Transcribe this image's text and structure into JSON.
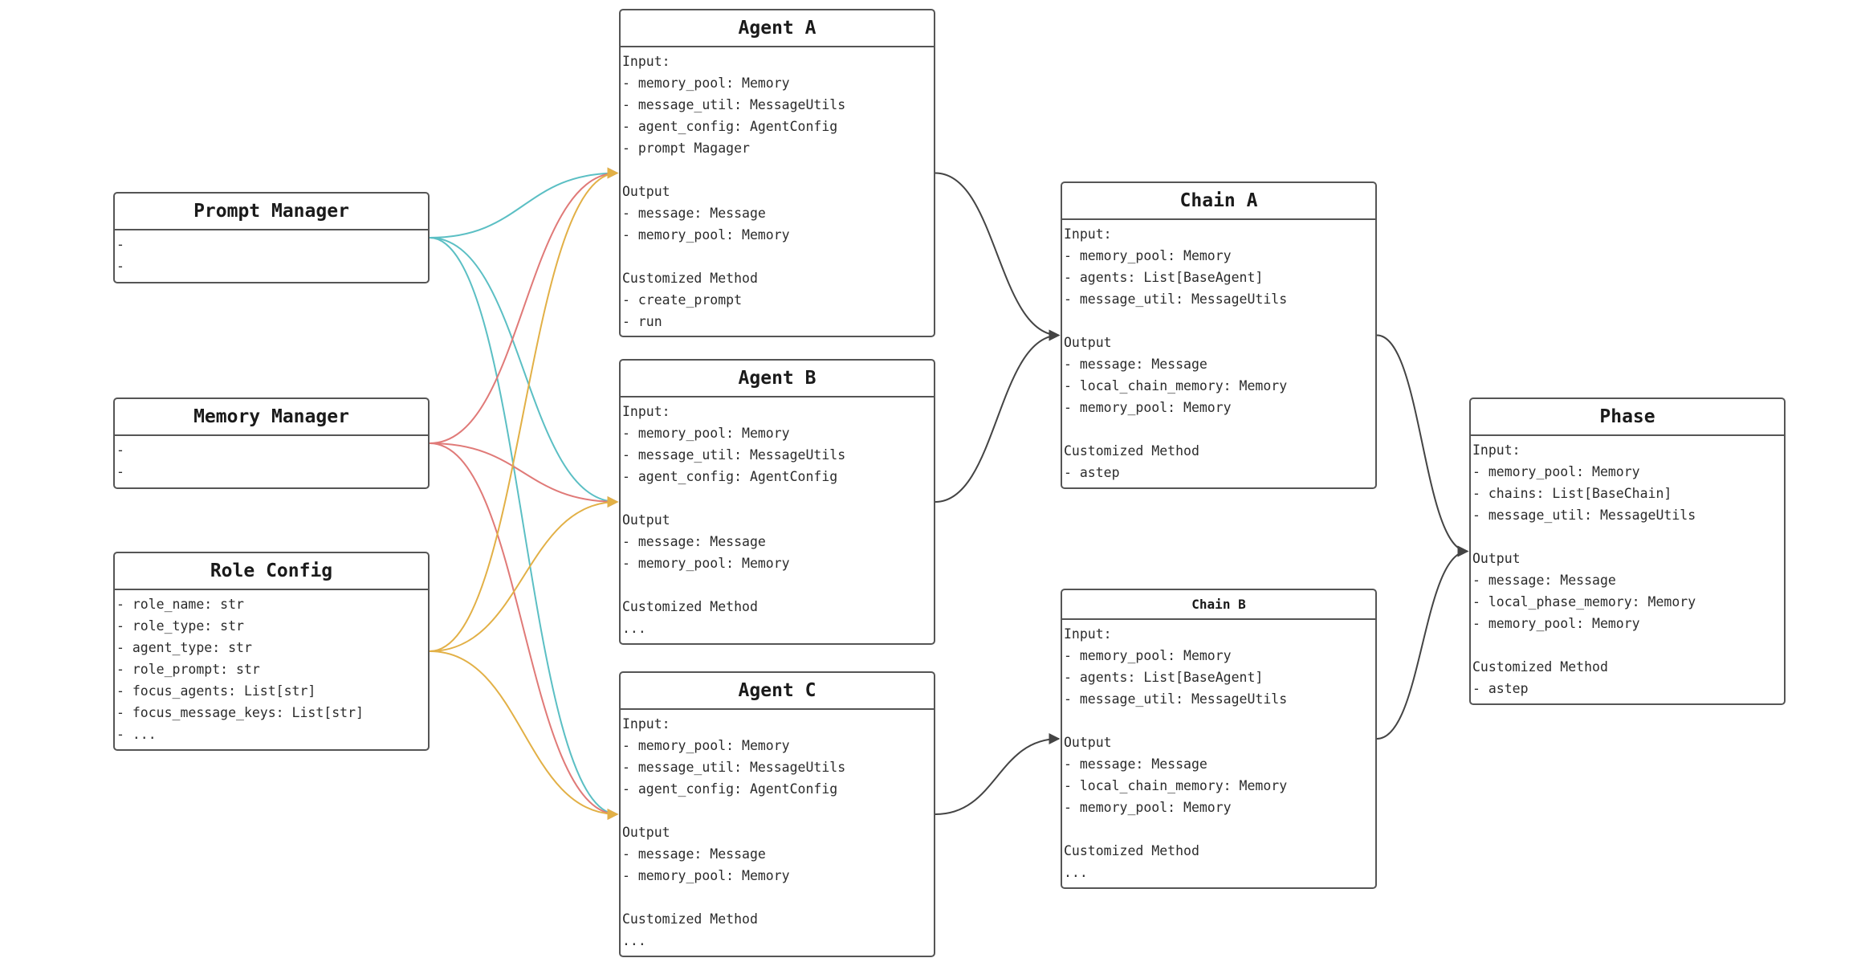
{
  "boxes": {
    "prompt_manager": {
      "title": "Prompt Manager",
      "lines": [
        "-",
        "-"
      ]
    },
    "memory_manager": {
      "title": "Memory Manager",
      "lines": [
        "-",
        "-"
      ]
    },
    "role_config": {
      "title": "Role Config",
      "lines": [
        "- role_name: str",
        "- role_type: str",
        "- agent_type: str",
        "- role_prompt: str",
        "- focus_agents: List[str]",
        "- focus_message_keys: List[str]",
        "- ..."
      ]
    },
    "agent_a": {
      "title": "Agent A",
      "lines": [
        "Input:",
        "- memory_pool: Memory",
        "- message_util: MessageUtils",
        "- agent_config: AgentConfig",
        "- prompt Magager",
        "",
        "Output",
        "- message: Message",
        "- memory_pool: Memory",
        "",
        "Customized Method",
        "- create_prompt",
        "- run"
      ]
    },
    "agent_b": {
      "title": "Agent B",
      "lines": [
        "Input:",
        "- memory_pool: Memory",
        "- message_util: MessageUtils",
        "- agent_config: AgentConfig",
        "",
        "Output",
        "- message: Message",
        "- memory_pool: Memory",
        "",
        "Customized Method",
        "..."
      ]
    },
    "agent_c": {
      "title": "Agent C",
      "lines": [
        "Input:",
        "- memory_pool: Memory",
        "- message_util: MessageUtils",
        "- agent_config: AgentConfig",
        "",
        "Output",
        "- message: Message",
        "- memory_pool: Memory",
        "",
        "Customized Method",
        "..."
      ]
    },
    "chain_a": {
      "title": "Chain A",
      "lines": [
        "Input:",
        "- memory_pool: Memory",
        "- agents: List[BaseAgent]",
        "- message_util: MessageUtils",
        "",
        "Output",
        "- message: Message",
        "- local_chain_memory: Memory",
        "- memory_pool: Memory",
        "",
        "Customized Method",
        "- astep"
      ]
    },
    "chain_b": {
      "title": "Chain B",
      "lines": [
        "Input:",
        "- memory_pool: Memory",
        "- agents: List[BaseAgent]",
        "- message_util: MessageUtils",
        "",
        "Output",
        "- message: Message",
        "- local_chain_memory: Memory",
        "- memory_pool: Memory",
        "",
        "Customized Method",
        "..."
      ]
    },
    "phase": {
      "title": "Phase",
      "lines": [
        "Input:",
        "- memory_pool: Memory",
        "- chains: List[BaseChain]",
        "- message_util: MessageUtils",
        "",
        "Output",
        "- message: Message",
        "- local_phase_memory: Memory",
        "- memory_pool: Memory",
        "",
        "Customized Method",
        "- astep"
      ]
    }
  },
  "edges": [
    {
      "from": "prompt_manager",
      "to": "agent_a",
      "color": "#5bbfc4"
    },
    {
      "from": "prompt_manager",
      "to": "agent_b",
      "color": "#5bbfc4"
    },
    {
      "from": "prompt_manager",
      "to": "agent_c",
      "color": "#5bbfc4"
    },
    {
      "from": "memory_manager",
      "to": "agent_a",
      "color": "#e07a78"
    },
    {
      "from": "memory_manager",
      "to": "agent_b",
      "color": "#e07a78"
    },
    {
      "from": "memory_manager",
      "to": "agent_c",
      "color": "#e07a78"
    },
    {
      "from": "role_config",
      "to": "agent_a",
      "color": "#e2b046"
    },
    {
      "from": "role_config",
      "to": "agent_b",
      "color": "#e2b046"
    },
    {
      "from": "role_config",
      "to": "agent_c",
      "color": "#e2b046"
    },
    {
      "from": "agent_a",
      "to": "chain_a",
      "color": "#444444"
    },
    {
      "from": "agent_b",
      "to": "chain_a",
      "color": "#444444"
    },
    {
      "from": "agent_c",
      "to": "chain_b",
      "color": "#444444"
    },
    {
      "from": "chain_a",
      "to": "phase",
      "color": "#444444"
    },
    {
      "from": "chain_b",
      "to": "phase",
      "color": "#444444"
    }
  ]
}
